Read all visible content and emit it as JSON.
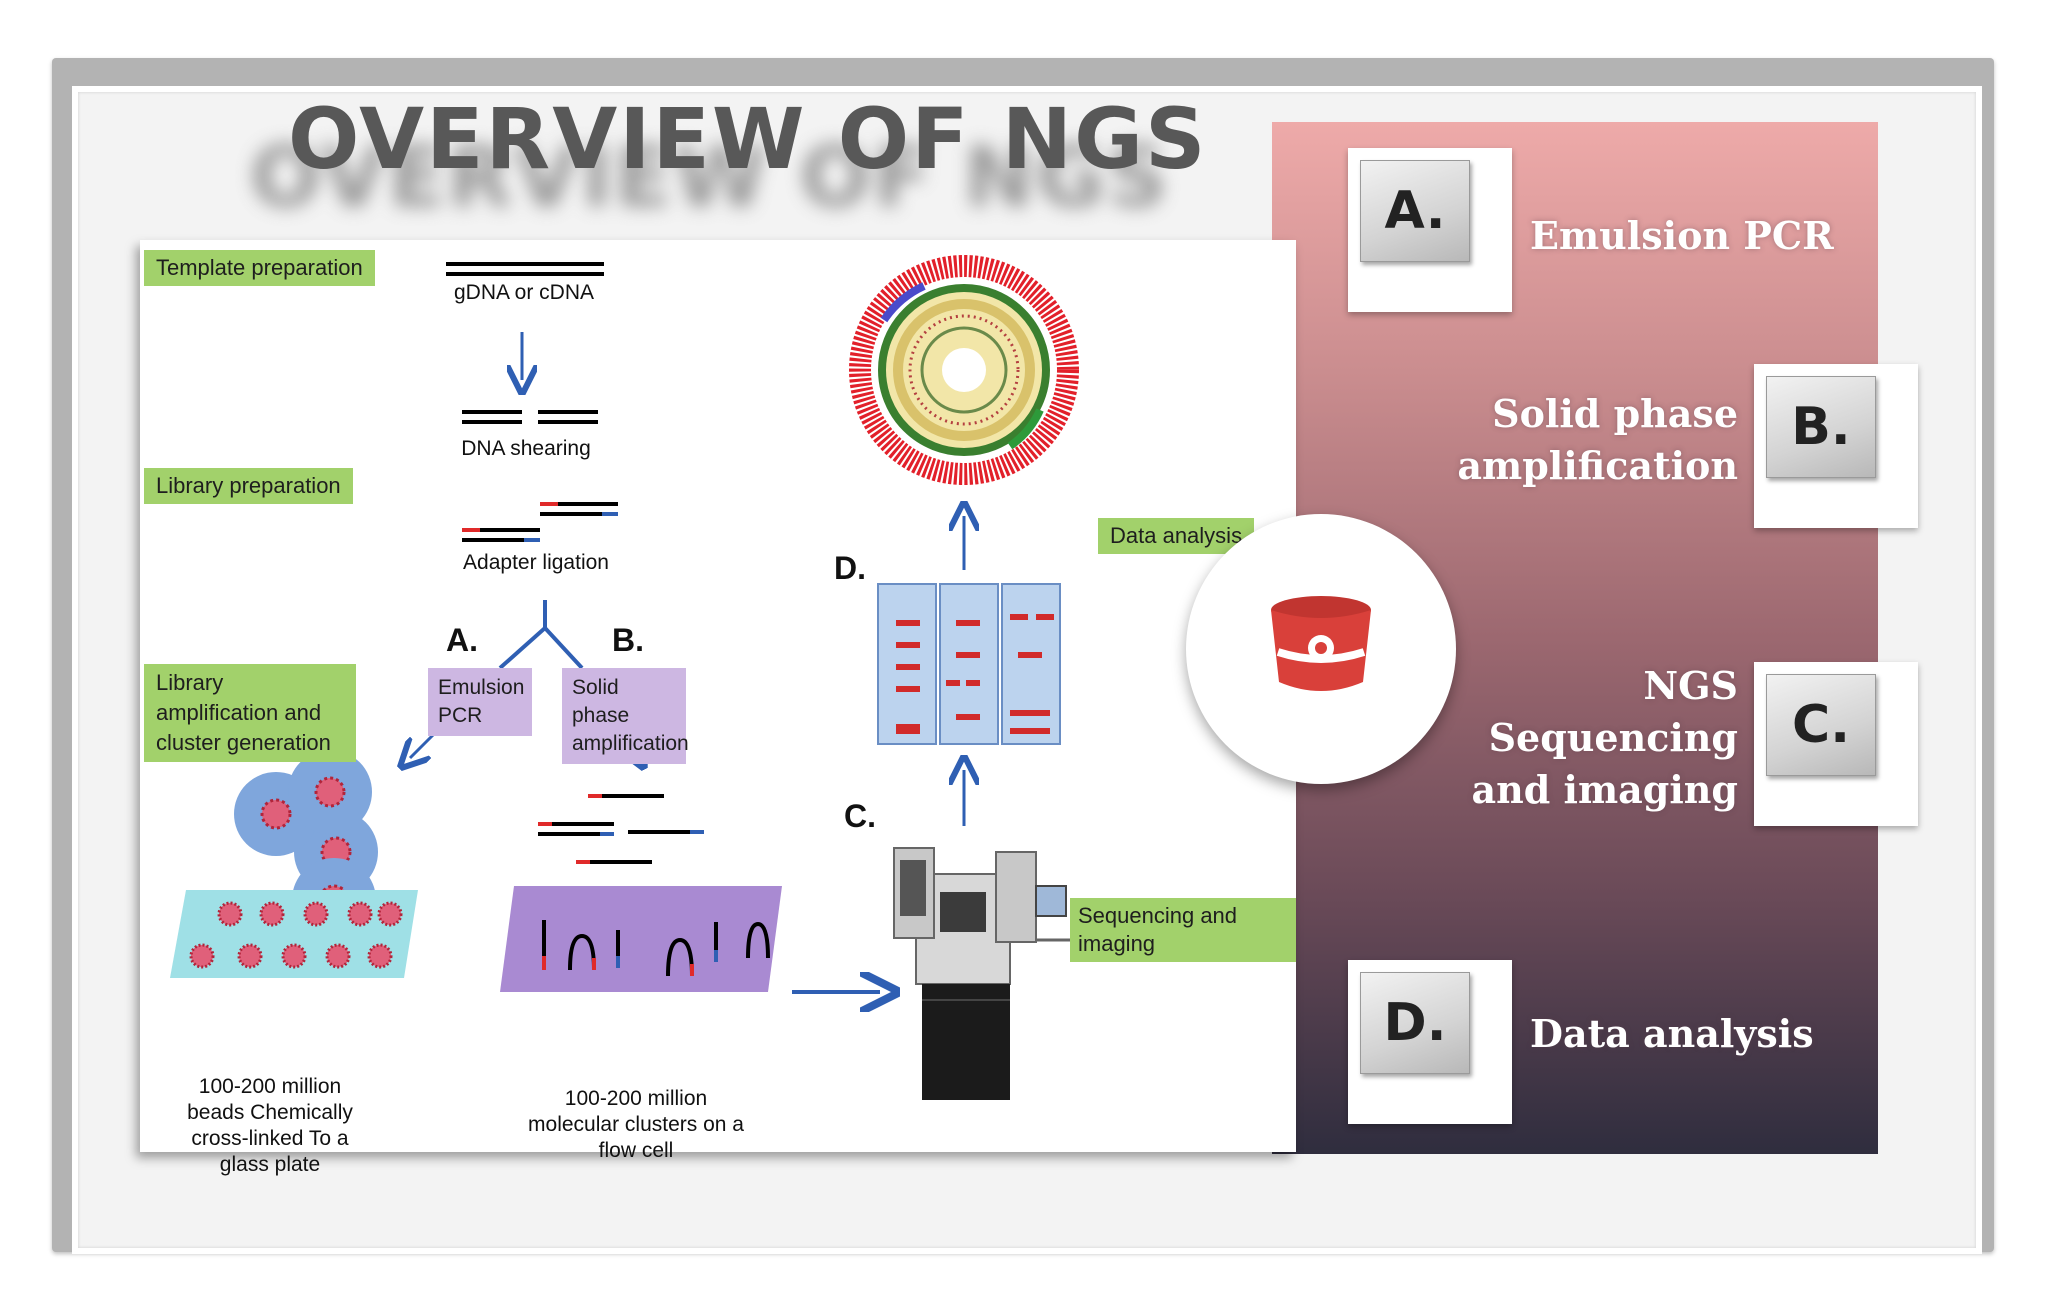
{
  "slide": {
    "title": "OVERVIEW OF NGS"
  },
  "figure": {
    "stages": {
      "template": "Template preparation",
      "library": "Library preparation",
      "amplification": "Library amplification and cluster generation",
      "data": "Data analysis",
      "sequencing": "Sequencing and imaging"
    },
    "captions": {
      "gdna": "gDNA or cDNA",
      "shearing": "DNA shearing",
      "ligation": "Adapter ligation",
      "beads": "100-200 million beads Chemically cross-linked To a glass plate",
      "clusters": "100-200 million molecular clusters on a flow cell"
    },
    "letters": {
      "a": "A.",
      "b": "B.",
      "c": "C.",
      "d": "D."
    },
    "methods": {
      "emulsion": "Emulsion PCR",
      "solid": "Solid phase amplification"
    }
  },
  "steps": [
    {
      "letter": "A.",
      "text": "Emulsion PCR"
    },
    {
      "letter": "B.",
      "text": "Solid phase amplification"
    },
    {
      "letter": "C.",
      "text": "NGS Sequencing and imaging"
    },
    {
      "letter": "D.",
      "text": "Data analysis"
    }
  ],
  "colors": {
    "stage_label_bg": "#a2d16b",
    "method_box_bg": "#cdb7e2",
    "arrow_blue": "#2f5fb3",
    "bucket_red": "#d9403a",
    "panel_top": "#eeaaa9",
    "panel_bottom": "#2f2d3e"
  },
  "icons": {
    "center": "bucket-icon"
  }
}
